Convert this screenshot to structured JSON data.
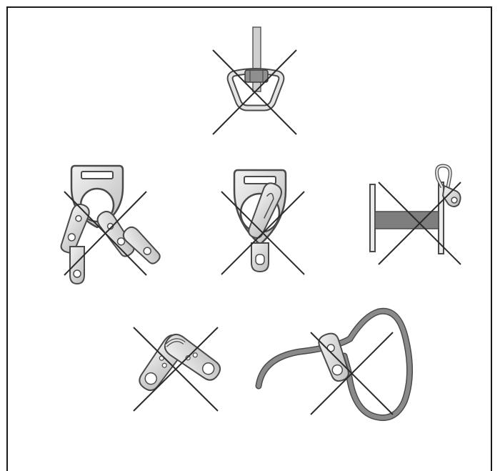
{
  "diagram": {
    "kind": "incorrect-connection-illustrations",
    "panels": [
      {
        "id": "rope-through-d-ring",
        "mark": "x-cross"
      },
      {
        "id": "multiple-snaphooks-on-d-ring",
        "mark": "x-cross"
      },
      {
        "id": "snaphook-clipped-inside-d-ring",
        "mark": "x-cross"
      },
      {
        "id": "snaphook-on-horizontal-member",
        "mark": "x-cross"
      },
      {
        "id": "snaphooks-clipped-together",
        "mark": "x-cross"
      },
      {
        "id": "snaphook-on-own-lanyard",
        "mark": "x-cross"
      }
    ],
    "colors": {
      "outline": "#3a3a3a",
      "metal": "#d9d9d9",
      "metal_dark": "#9a9a9a",
      "rope": "#8a8a8a",
      "cross": "#2b2b2b",
      "frame": "#1a1a1a"
    }
  }
}
